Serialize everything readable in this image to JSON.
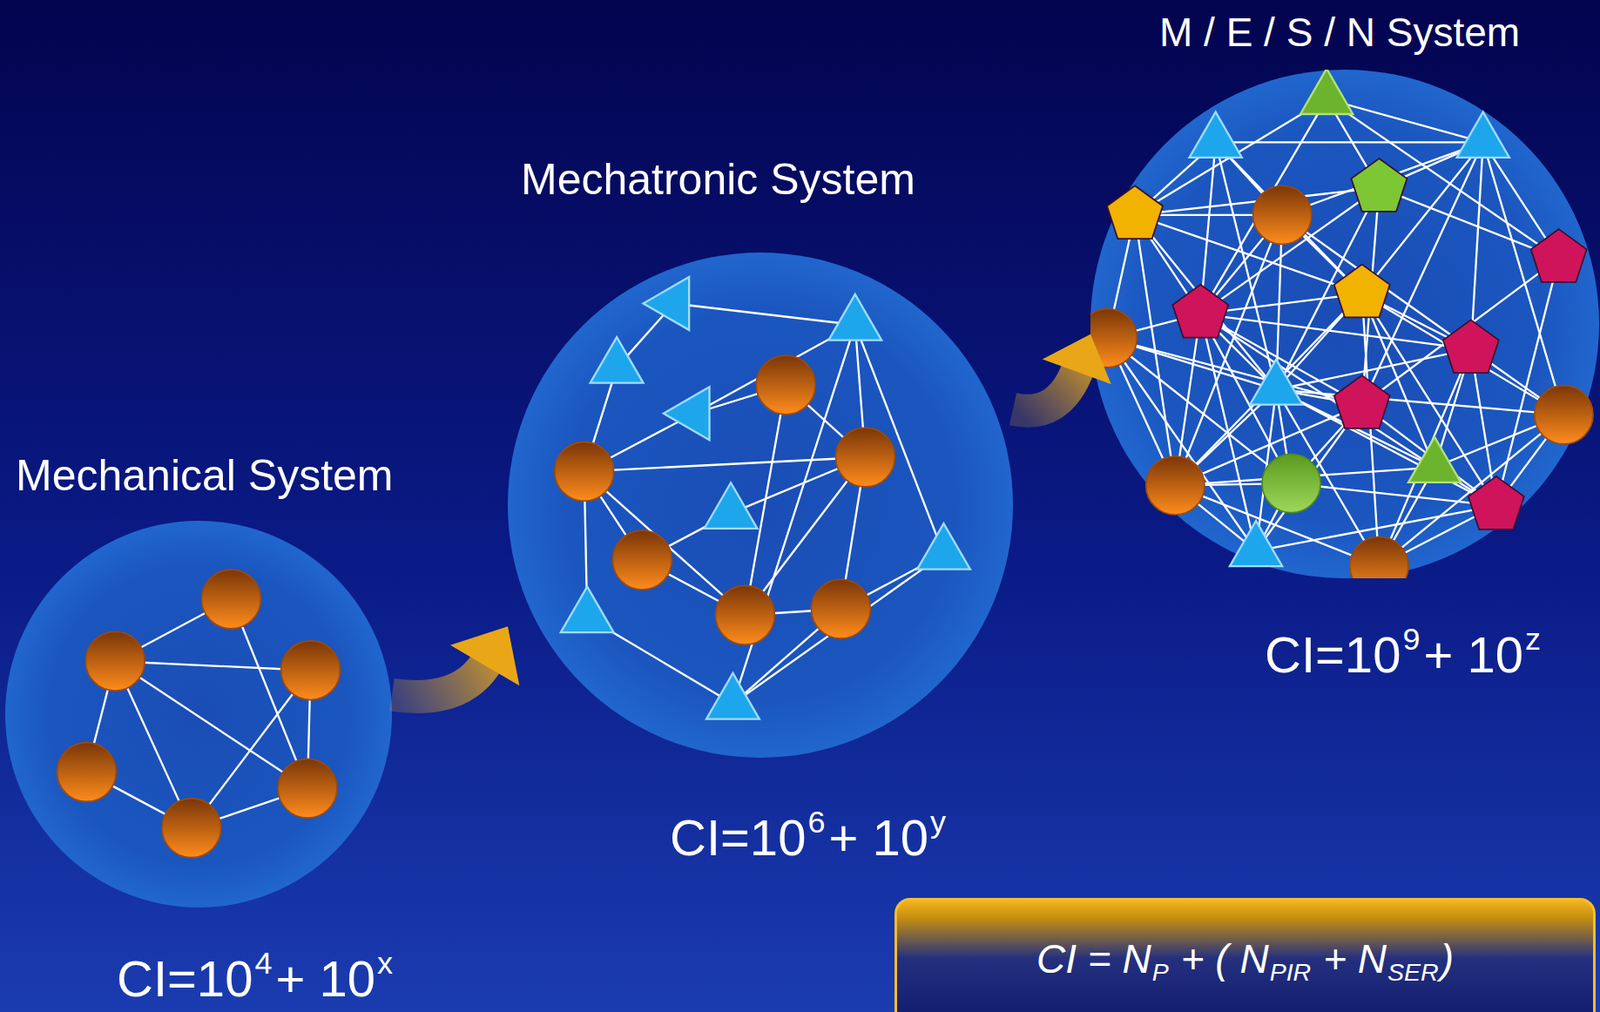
{
  "diagram": {
    "nodes": [
      {
        "text": [
          "Mechanical System",
          "CI=10",
          "4",
          "+ 10",
          "x"
        ]
      },
      {
        "text": [
          "Mechatronic System",
          "CI=10",
          "6",
          "+ 10",
          "y"
        ]
      },
      {
        "text": [
          "M / E / S / N System",
          "CI=10",
          "9",
          "+ 10",
          "z"
        ]
      },
      {
        "text": [
          "CI = N",
          "P",
          "+ ( N",
          "PIR",
          "+ N",
          "SER",
          ")"
        ]
      }
    ],
    "edges": [
      {
        "from": 0,
        "to": 1,
        "arrow": "to"
      },
      {
        "from": 1,
        "to": 2,
        "arrow": "to"
      }
    ]
  }
}
